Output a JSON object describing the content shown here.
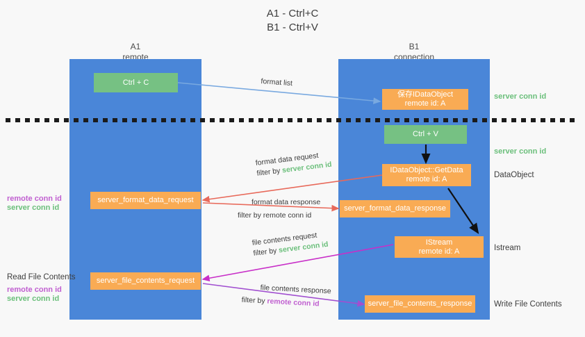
{
  "title": {
    "line1": "A1 - Ctrl+C",
    "line2": "B1 - Ctrl+V"
  },
  "colors": {
    "lane": "#4a86d8",
    "green_box": "#76c183",
    "orange_box": "#f9ab54",
    "server_conn": "#6bbf7b",
    "remote_conn": "#c05fd0",
    "arrow_blue": "#79a9e0",
    "arrow_red": "#e8695a",
    "arrow_magenta": "#c82fc8",
    "arrow_purple": "#a14fd0",
    "arrow_black": "#000000",
    "background": "#f8f8f8"
  },
  "lanes": [
    {
      "id": "a1",
      "line1": "A1",
      "line2": "remote"
    },
    {
      "id": "b1",
      "line1": "B1",
      "line2": "connection"
    }
  ],
  "boxes": {
    "ctrl_c": {
      "label": "Ctrl + C",
      "sub": ""
    },
    "save_idataobject": {
      "label": "保存IDataObject",
      "sub": "remote id: A"
    },
    "ctrl_v": {
      "label": "Ctrl + V",
      "sub": ""
    },
    "getdata": {
      "label": "IDataObject::GetData",
      "sub": "remote id: A"
    },
    "format_data_request": {
      "label": "server_format_data_request",
      "sub": ""
    },
    "format_data_response": {
      "label": "server_format_data_response",
      "sub": ""
    },
    "istream": {
      "label": "IStream",
      "sub": "remote id: A"
    },
    "file_contents_request": {
      "label": "server_file_contents_request",
      "sub": ""
    },
    "file_contents_response": {
      "label": "server_file_contents_response",
      "sub": ""
    }
  },
  "side_labels": {
    "server_conn_1": "server conn id",
    "server_conn_2": "server conn id",
    "dataobject": "DataObject",
    "istream": "Istream",
    "write_file_contents": "Write File Contents",
    "read_file_contents": "Read File Contents",
    "left_remote_conn_1": "remote conn id",
    "left_server_conn_1": "server conn id",
    "left_remote_conn_2": "remote conn id",
    "left_server_conn_2": "server conn id"
  },
  "edge_captions": {
    "format_list": "format list",
    "format_data_request": "format data request",
    "format_data_request_filter_prefix": "filter by ",
    "format_data_request_filter_value": "server conn id",
    "format_data_response": "format data response",
    "format_data_response_filter_prefix": "filter by ",
    "format_data_response_filter_value": "remote conn id",
    "file_contents_request": "file contents request",
    "file_contents_request_filter_prefix": "filter by ",
    "file_contents_request_filter_value": "server conn id",
    "file_contents_response": "file contents response",
    "file_contents_response_filter_prefix": "filter by ",
    "file_contents_response_filter_value": "remote conn id"
  }
}
